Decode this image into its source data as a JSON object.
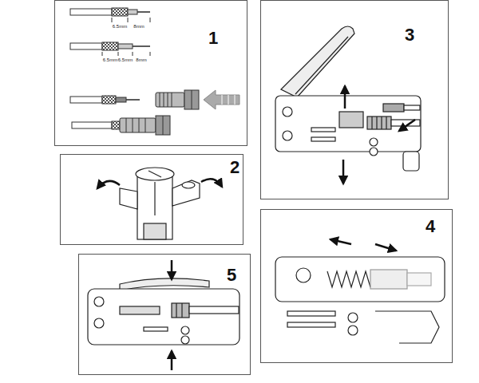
{
  "diagram": {
    "nodes": [
      {
        "text": [
          "1"
        ]
      },
      {
        "text": [
          "2"
        ]
      },
      {
        "text": [
          "3"
        ]
      },
      {
        "text": [
          "4"
        ]
      },
      {
        "text": [
          "5"
        ]
      }
    ],
    "labels": [
      "6.5mm",
      "8mm",
      "6.5mm",
      "6.5mm",
      "8mm"
    ]
  }
}
